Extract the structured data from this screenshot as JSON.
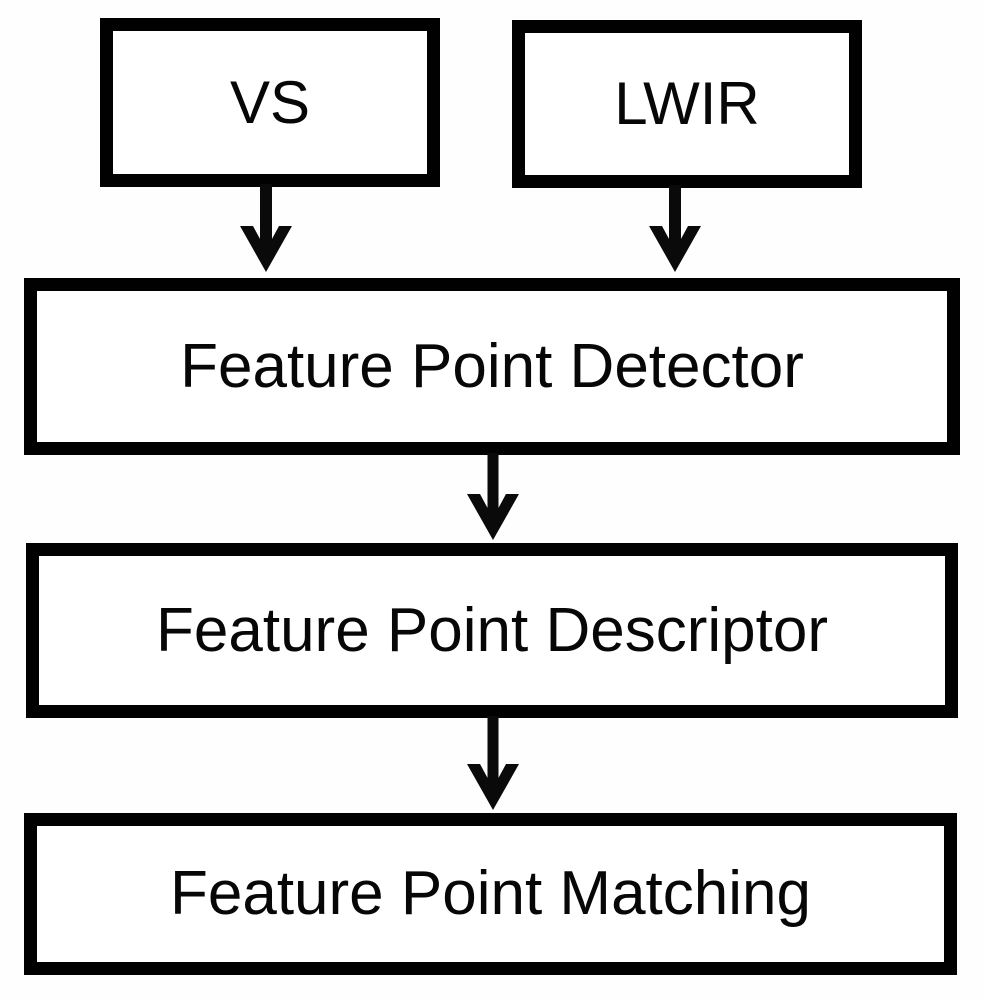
{
  "diagram": {
    "title": "Feature point matching pipeline flowchart",
    "nodes": {
      "vs": {
        "label": "VS"
      },
      "lwir": {
        "label": "LWIR"
      },
      "detector": {
        "label": "Feature Point Detector"
      },
      "descriptor": {
        "label": "Feature Point Descriptor"
      },
      "matching": {
        "label": "Feature Point Matching"
      }
    },
    "edges": [
      {
        "from": "vs",
        "to": "detector"
      },
      {
        "from": "lwir",
        "to": "detector"
      },
      {
        "from": "detector",
        "to": "descriptor"
      },
      {
        "from": "descriptor",
        "to": "matching"
      }
    ],
    "colors": {
      "stroke": "#010101",
      "box_fill": "#ffffff",
      "background": "#fefefe",
      "text": "#070707"
    }
  }
}
